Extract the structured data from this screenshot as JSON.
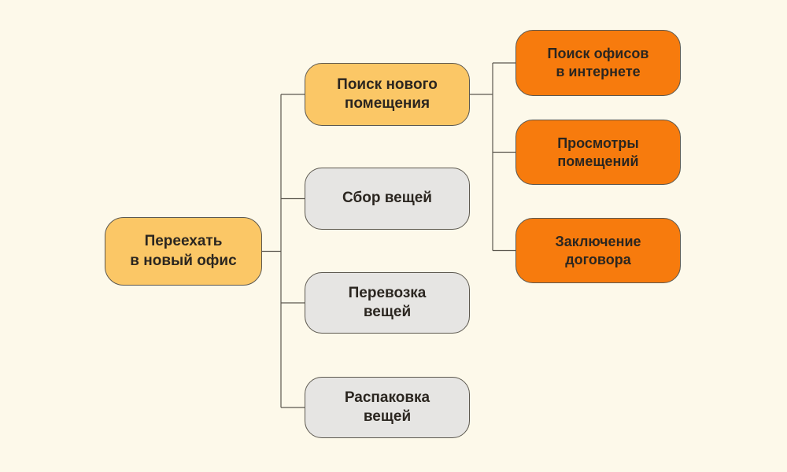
{
  "diagram": {
    "type": "mindmap-tree",
    "language": "ru",
    "nodes": {
      "root": {
        "label": "Переехать\nв новый офис",
        "style": "yellow"
      },
      "stage1": {
        "label": "Поиск нового\nпомещения",
        "style": "yellow"
      },
      "stage2": {
        "label": "Сбор вещей",
        "style": "gray"
      },
      "stage3": {
        "label": "Перевозка\nвещей",
        "style": "gray"
      },
      "stage4": {
        "label": "Распаковка\nвещей",
        "style": "gray"
      },
      "sub1": {
        "label": "Поиск офисов\nв интернете",
        "style": "orange"
      },
      "sub2": {
        "label": "Просмотры\nпомещений",
        "style": "orange"
      },
      "sub3": {
        "label": "Заключение\nдоговора",
        "style": "orange"
      }
    },
    "edges": [
      [
        "root",
        "stage1"
      ],
      [
        "root",
        "stage2"
      ],
      [
        "root",
        "stage3"
      ],
      [
        "root",
        "stage4"
      ],
      [
        "stage1",
        "sub1"
      ],
      [
        "stage1",
        "sub2"
      ],
      [
        "stage1",
        "sub3"
      ]
    ]
  },
  "colors": {
    "background": "#FDF9EA",
    "root_fill": "#FBC766",
    "default_fill": "#E6E5E3",
    "sub_fill": "#F77B0D",
    "stroke": "#5C584F",
    "text": "#2B2620"
  }
}
